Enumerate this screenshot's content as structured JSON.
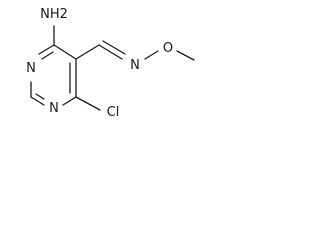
{
  "molecule": {
    "atoms": {
      "amino": "NH2",
      "nitrogen_upper": "N",
      "nitrogen_lower": "N",
      "chloro": "Cl",
      "oxime_nitrogen": "N",
      "oxygen": "O"
    }
  },
  "colors": {
    "ink": "#1a1a1a",
    "background": "#ffffff"
  }
}
